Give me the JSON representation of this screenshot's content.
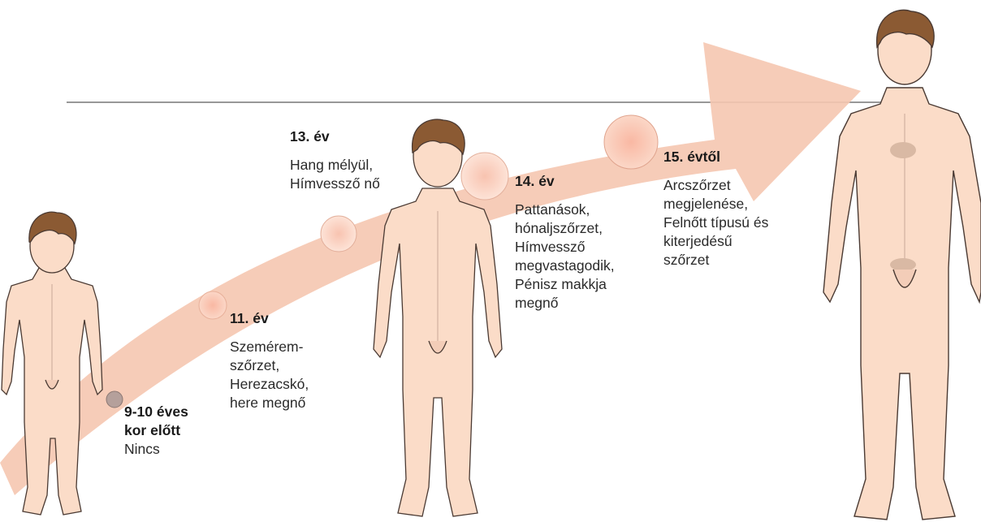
{
  "stages": [
    {
      "title": "9-10 éves kor előtt",
      "title_lines": [
        "9-10 éves",
        "kor előtt"
      ],
      "lines": [
        "Nincs"
      ]
    },
    {
      "title": "11. év",
      "lines": [
        "Szemérem-",
        "szőrzet,",
        "Herezacskó,",
        "here megnő"
      ]
    },
    {
      "title": "13. év",
      "lines": [
        "Hang mélyül,",
        "Hímvessző nő"
      ]
    },
    {
      "title": "14. év",
      "lines": [
        "Pattanások,",
        "hónaljszőrzet,",
        "Hímvessző",
        "megvastagodik,",
        "Pénisz makkja",
        "megnő"
      ]
    },
    {
      "title": "15. évtől",
      "lines": [
        "Arcszőrzet",
        "megjelenése,",
        "Felnőtt típusú és",
        "kiterjedésű",
        "szőrzet"
      ]
    }
  ],
  "colors": {
    "arrow": "#f4c9b3",
    "marker_1": "#b8a09a",
    "marker_2": "#f6b7a2",
    "skin": "#fbdcc8",
    "hair": "#8b5a33",
    "outline": "#4a3a33"
  },
  "icons": [
    "boy-child-figure",
    "teen-boy-figure",
    "adult-man-figure",
    "milestone-circle"
  ]
}
